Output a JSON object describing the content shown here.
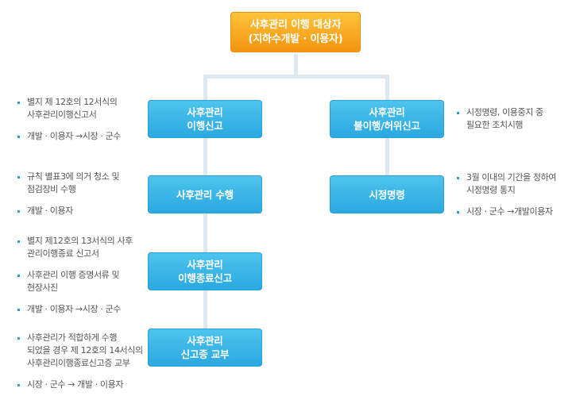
{
  "top_box": {
    "text": "사후관리 이행 대상자\n(지하수개발 · 이용자)"
  },
  "left_boxes": [
    {
      "text": "사후관리\n이행신고"
    },
    {
      "text": "사후관리 수행"
    },
    {
      "text": "사후관리\n이행종료신고"
    },
    {
      "text": "사후관리\n신고증 교부"
    }
  ],
  "right_boxes": [
    {
      "text": "사후관리\n불이행/허위신고"
    },
    {
      "text": "시정명령"
    }
  ],
  "left_notes": [
    {
      "items": [
        "별지 제 12호의 12서식의\n사후관리이행신고서",
        "개발 · 이용자 →시장 · 군수"
      ]
    },
    {
      "items": [
        "규칙 별표3에 의거 청소 및\n점검장비 수행",
        "개발 · 이용자"
      ]
    },
    {
      "items": [
        "별지 제12호의 13서식의 사후\n관리이행종료 신고서",
        "사후관리 이행 증명서류 및\n현장사진",
        "개발 · 이용자 →시장 · 군수"
      ]
    },
    {
      "items": [
        "사후관리가 적합하게 수행\n되었을 경우 제 12호의 14서식의\n사후관리이행종료신고증 교부",
        "시장 · 군수 → 개발 · 이용자"
      ]
    }
  ],
  "right_notes": [
    {
      "items": [
        "시정명령, 이용중지  중\n필요한 조치시행"
      ]
    },
    {
      "items": [
        "3월 이내의 기간을 정하여\n시정명령 통지",
        "시장 · 군수 →개발이용자"
      ]
    }
  ],
  "colors": {
    "box_blue": "#2aa8e0",
    "box_orange": "#f4940f",
    "connector": "#dde8f0",
    "note_text": "#555555"
  }
}
